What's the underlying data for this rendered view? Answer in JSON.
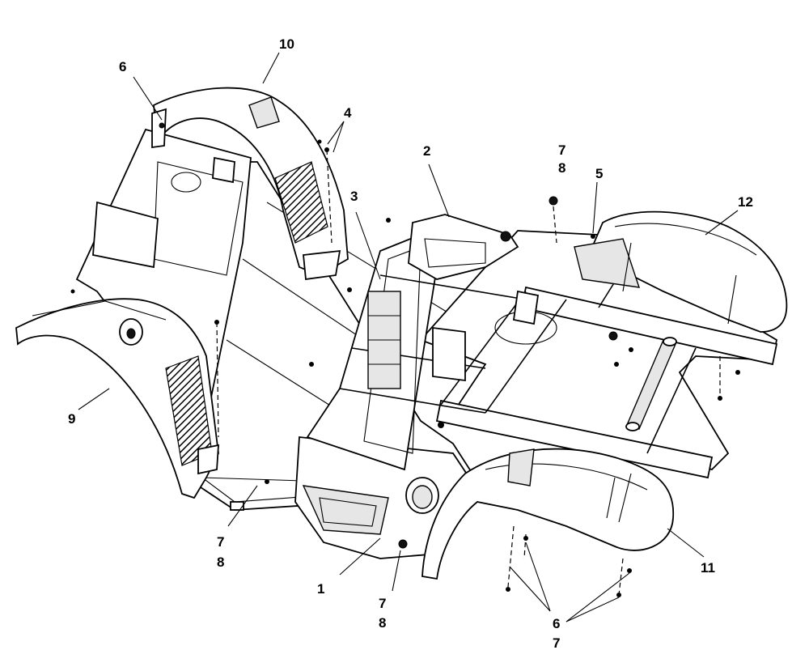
{
  "callouts": [
    {
      "id": "c1",
      "label": "1"
    },
    {
      "id": "c2",
      "label": "2"
    },
    {
      "id": "c3",
      "label": "3"
    },
    {
      "id": "c4",
      "label": "4"
    },
    {
      "id": "c5",
      "label": "5"
    },
    {
      "id": "c6a",
      "label": "6"
    },
    {
      "id": "c7a",
      "label": "7"
    },
    {
      "id": "c8a",
      "label": "8"
    },
    {
      "id": "c9",
      "label": "9"
    },
    {
      "id": "c10",
      "label": "10"
    },
    {
      "id": "c11",
      "label": "11"
    },
    {
      "id": "c12",
      "label": "12"
    },
    {
      "id": "c7b",
      "label": "7"
    },
    {
      "id": "c8b",
      "label": "8"
    },
    {
      "id": "c7c",
      "label": "7"
    },
    {
      "id": "c8c",
      "label": "8"
    },
    {
      "id": "c6b",
      "label": "6"
    },
    {
      "id": "c7d",
      "label": "7"
    }
  ],
  "colors": {
    "ink": "#000000",
    "paper": "#ffffff"
  }
}
